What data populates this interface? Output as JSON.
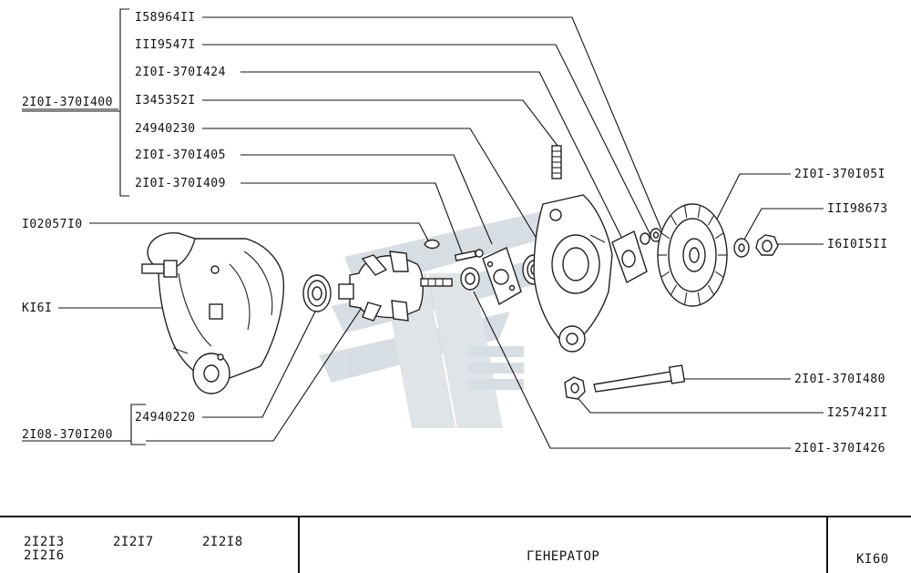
{
  "callouts": [
    {
      "id": "c1",
      "text": "I58964II"
    },
    {
      "id": "c2",
      "text": "III9547I"
    },
    {
      "id": "c3",
      "text": "2I0I-370I424"
    },
    {
      "id": "c4",
      "text": "I345352I"
    },
    {
      "id": "c5",
      "text": "24940230"
    },
    {
      "id": "c6",
      "text": "2I0I-370I405"
    },
    {
      "id": "c7",
      "text": "2I0I-370I409"
    },
    {
      "id": "c8",
      "text": "I02057I0"
    },
    {
      "id": "c9",
      "text": "KI6I"
    },
    {
      "id": "c10",
      "text": "24940220"
    },
    {
      "id": "c11",
      "text": "2I0I-370I05I"
    },
    {
      "id": "c12",
      "text": "III98673"
    },
    {
      "id": "c13",
      "text": "I6I0I5II"
    },
    {
      "id": "c14",
      "text": "2I0I-370I480"
    },
    {
      "id": "c15",
      "text": "I25742II"
    },
    {
      "id": "c16",
      "text": "2I0I-370I426"
    }
  ],
  "assemblies": {
    "upper": "2I0I-370I400",
    "lower": "2I08-370I200"
  },
  "title_block": {
    "models": [
      "2I2I3",
      "2I2I7",
      "2I2I8",
      "2I2I6"
    ],
    "title": "ГЕНЕРАТОР",
    "code": "KI60"
  },
  "watermark_color": "#c9d2d9"
}
